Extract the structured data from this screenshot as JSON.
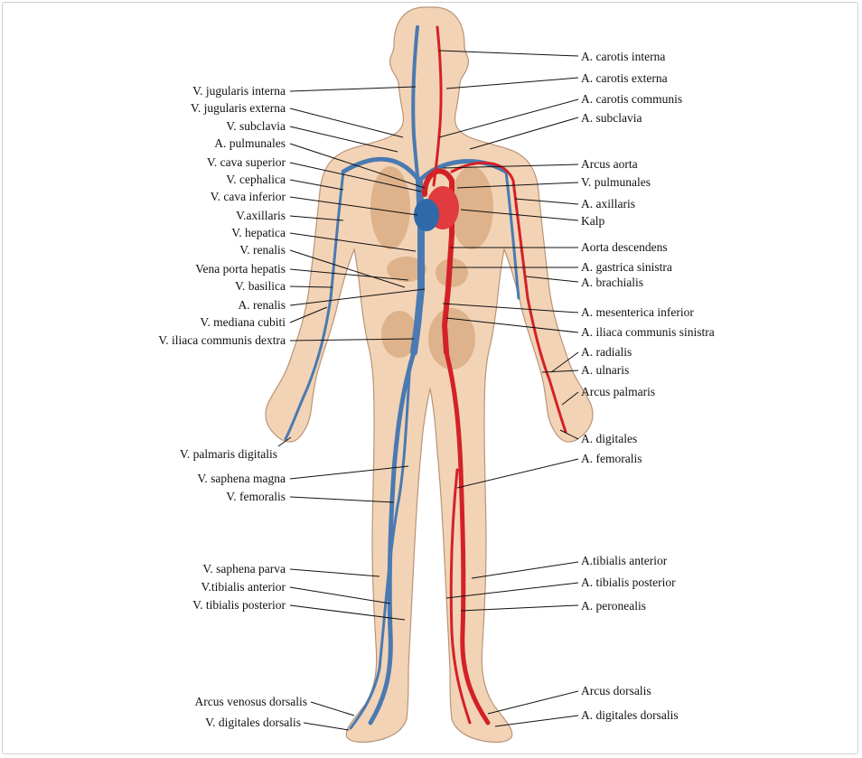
{
  "labels_left": [
    {
      "id": "v-jugularis-interna",
      "text": "V. jugularis interna"
    },
    {
      "id": "v-jugularis-externa",
      "text": "V. jugularis externa"
    },
    {
      "id": "v-subclavia",
      "text": "V. subclavia"
    },
    {
      "id": "a-pulmunales",
      "text": "A. pulmunales"
    },
    {
      "id": "v-cava-superior",
      "text": "V. cava superior"
    },
    {
      "id": "v-cephalica",
      "text": "V. cephalica"
    },
    {
      "id": "v-cava-inferior",
      "text": "V. cava inferior"
    },
    {
      "id": "v-axillaris",
      "text": "V.axillaris"
    },
    {
      "id": "v-hepatica",
      "text": "V. hepatica"
    },
    {
      "id": "v-renalis",
      "text": "V. renalis"
    },
    {
      "id": "vena-porta-hepatis",
      "text": "Vena porta hepatis"
    },
    {
      "id": "v-basilica",
      "text": "V. basilica"
    },
    {
      "id": "a-renalis",
      "text": "A. renalis"
    },
    {
      "id": "v-mediana-cubiti",
      "text": "V. mediana cubiti"
    },
    {
      "id": "v-iliaca-communis-dextra",
      "text": "V. iliaca communis dextra"
    },
    {
      "id": "v-palmaris-digitalis",
      "text": "V. palmaris digitalis"
    },
    {
      "id": "v-saphena-magna",
      "text": "V. saphena magna"
    },
    {
      "id": "v-femoralis",
      "text": "V. femoralis"
    },
    {
      "id": "v-saphena-parva",
      "text": "V. saphena parva"
    },
    {
      "id": "v-tibialis-anterior",
      "text": "V.tibialis anterior"
    },
    {
      "id": "v-tibialis-posterior",
      "text": "V. tibialis posterior"
    },
    {
      "id": "arcus-venosus-dorsalis",
      "text": "Arcus venosus dorsalis"
    },
    {
      "id": "v-digitales-dorsalis",
      "text": "V. digitales dorsalis"
    }
  ],
  "labels_right": [
    {
      "id": "a-carotis-interna",
      "text": "A. carotis interna"
    },
    {
      "id": "a-carotis-externa",
      "text": "A. carotis externa"
    },
    {
      "id": "a-carotis-communis",
      "text": "A. carotis communis"
    },
    {
      "id": "a-subclavia",
      "text": "A. subclavia"
    },
    {
      "id": "arcus-aorta",
      "text": "Arcus aorta"
    },
    {
      "id": "v-pulmunales",
      "text": "V. pulmunales"
    },
    {
      "id": "a-axillaris",
      "text": "A. axillaris"
    },
    {
      "id": "kalp",
      "text": "Kalp"
    },
    {
      "id": "aorta-descendens",
      "text": "Aorta descendens"
    },
    {
      "id": "a-gastrica-sinistra",
      "text": "A. gastrica sinistra"
    },
    {
      "id": "a-brachialis",
      "text": "A. brachialis"
    },
    {
      "id": "a-mesenterica-inferior",
      "text": "A. mesenterica inferior"
    },
    {
      "id": "a-iliaca-communis-sinistra",
      "text": "A. iliaca communis sinistra"
    },
    {
      "id": "a-radialis",
      "text": "A. radialis"
    },
    {
      "id": "a-ulnaris",
      "text": "A. ulnaris"
    },
    {
      "id": "arcus-palmaris",
      "text": "Arcus palmaris"
    },
    {
      "id": "a-digitales",
      "text": "A. digitales"
    },
    {
      "id": "a-femoralis",
      "text": "A. femoralis"
    },
    {
      "id": "a-tibialis-anterior",
      "text": "A.tibialis anterior"
    },
    {
      "id": "a-tibialis-posterior",
      "text": "A. tibialis posterior"
    },
    {
      "id": "a-peronealis",
      "text": "A. peronealis"
    },
    {
      "id": "arcus-dorsalis",
      "text": "Arcus dorsalis"
    },
    {
      "id": "a-digitales-dorsalis",
      "text": "A. digitales dorsalis"
    }
  ],
  "colors": {
    "skin": "#f3d3b6",
    "skin_outline": "#b89478",
    "artery": "#d42127",
    "vein": "#4a7ab1",
    "organ": "#d9ab84",
    "heart_red": "#e13a3f",
    "heart_blue": "#2f69aa",
    "leader": "#111111",
    "border": "#cfcfcf"
  }
}
